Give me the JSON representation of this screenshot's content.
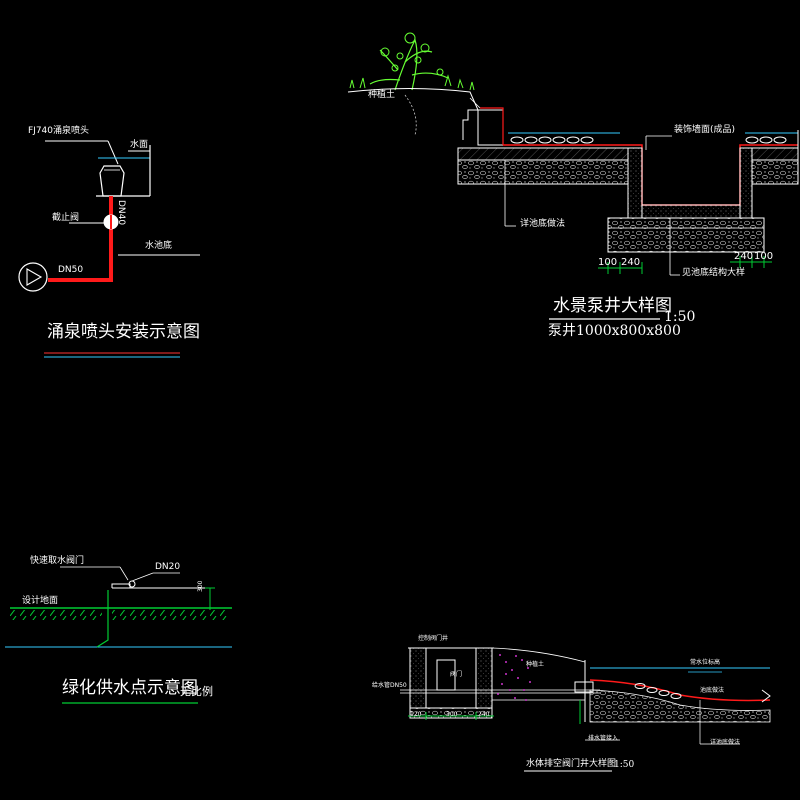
{
  "fountain": {
    "nozzle_label": "FJ740涌泉喷头",
    "water_surface": "水面",
    "valve_label": "截止阀",
    "dn40": "DN40",
    "pool_bottom": "水池底",
    "dn50": "DN50",
    "title": "涌泉喷头安装示意图"
  },
  "pump_well": {
    "planting_label": "种植土",
    "finish_label": "装饰墙面(成品)",
    "pool_bottom_practice": "详池底做法",
    "pool_bottom_detail": "见池底结构大样",
    "dim_left_1": "100",
    "dim_left_2": "240",
    "dim_right_1": "240",
    "dim_right_2": "100",
    "title": "水景泵井大样图",
    "scale": "1:50",
    "subtitle": "泵井1000x800x800"
  },
  "greening": {
    "valve_label": "快速取水阀门",
    "dn": "DN20",
    "ground": "设计地面",
    "dim": "300",
    "title": "绿化供水点示意图",
    "note": "无比例"
  },
  "drain_well": {
    "top_label": "控制阀门井",
    "pipe_label": "给水管DN50",
    "valve": "阀门",
    "planting": "种植土",
    "water_level": "常水位标高",
    "label_right": "池底做法",
    "label_bottom1": "排水管接入",
    "label_bottom2": "详池底做法",
    "dim1": "120",
    "dim2": "300",
    "dim3": "240",
    "title": "水体排空阀门井大样图",
    "scale": "1:50"
  },
  "colors": {
    "background": "#000000",
    "pipe": "#ff1a1a",
    "line": "#ffffff",
    "dim": "#00cc33",
    "water": "#33ccff",
    "magenta": "#cc33cc",
    "plant": "#66ff33"
  }
}
